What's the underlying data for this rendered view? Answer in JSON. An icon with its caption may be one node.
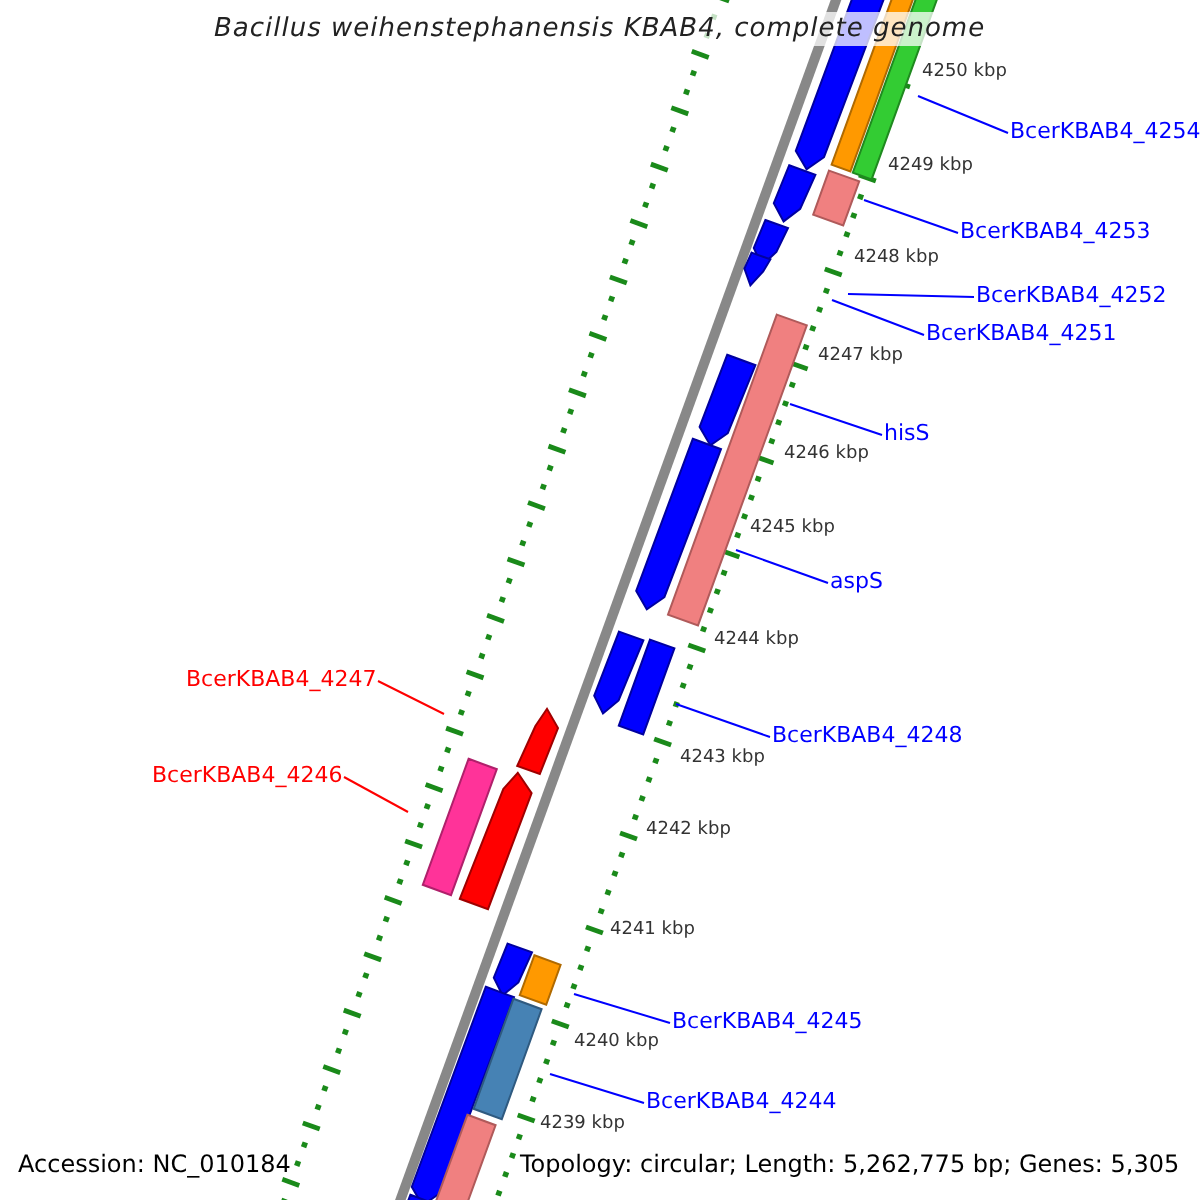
{
  "diagram": {
    "title": "Bacillus weihenstephanensis KBAB4, complete genome",
    "nodes": [
      {
        "text": [
          "BcerKBAB4_4254"
        ]
      },
      {
        "text": [
          "BcerKBAB4_4253"
        ]
      },
      {
        "text": [
          "BcerKBAB4_4252"
        ]
      },
      {
        "text": [
          "BcerKBAB4_4251"
        ]
      },
      {
        "text": [
          "hisS"
        ]
      },
      {
        "text": [
          "aspS"
        ]
      },
      {
        "text": [
          "BcerKBAB4_4247"
        ]
      },
      {
        "text": [
          "BcerKBAB4_4248"
        ]
      },
      {
        "text": [
          "BcerKBAB4_4246"
        ]
      },
      {
        "text": [
          "BcerKBAB4_4245"
        ]
      },
      {
        "text": [
          "BcerKBAB4_4244"
        ]
      }
    ],
    "edges": [
      {
        "from": 0,
        "to": null,
        "arrow": "none"
      },
      {
        "from": 1,
        "to": null,
        "arrow": "none"
      },
      {
        "from": 2,
        "to": null,
        "arrow": "none"
      },
      {
        "from": 3,
        "to": null,
        "arrow": "none"
      },
      {
        "from": 4,
        "to": null,
        "arrow": "none"
      },
      {
        "from": 5,
        "to": null,
        "arrow": "none"
      },
      {
        "from": 6,
        "to": null,
        "arrow": "none",
        "color": "#ff0000"
      },
      {
        "from": 7,
        "to": null,
        "arrow": "none"
      },
      {
        "from": 8,
        "to": null,
        "arrow": "none",
        "color": "#ff0000"
      },
      {
        "from": 9,
        "to": null,
        "arrow": "none"
      },
      {
        "from": 10,
        "to": null,
        "arrow": "none"
      }
    ],
    "labels": [
      "4250 kbp",
      "4249 kbp",
      "4248 kbp",
      "4247 kbp",
      "4246 kbp",
      "4245 kbp",
      "4244 kbp",
      "4243 kbp",
      "4242 kbp",
      "4241 kbp",
      "4240 kbp",
      "4239 kbp",
      "Accession: NC_010184",
      "Topology: circular; Length: 5,262,775 bp; Genes: 5,305"
    ]
  }
}
